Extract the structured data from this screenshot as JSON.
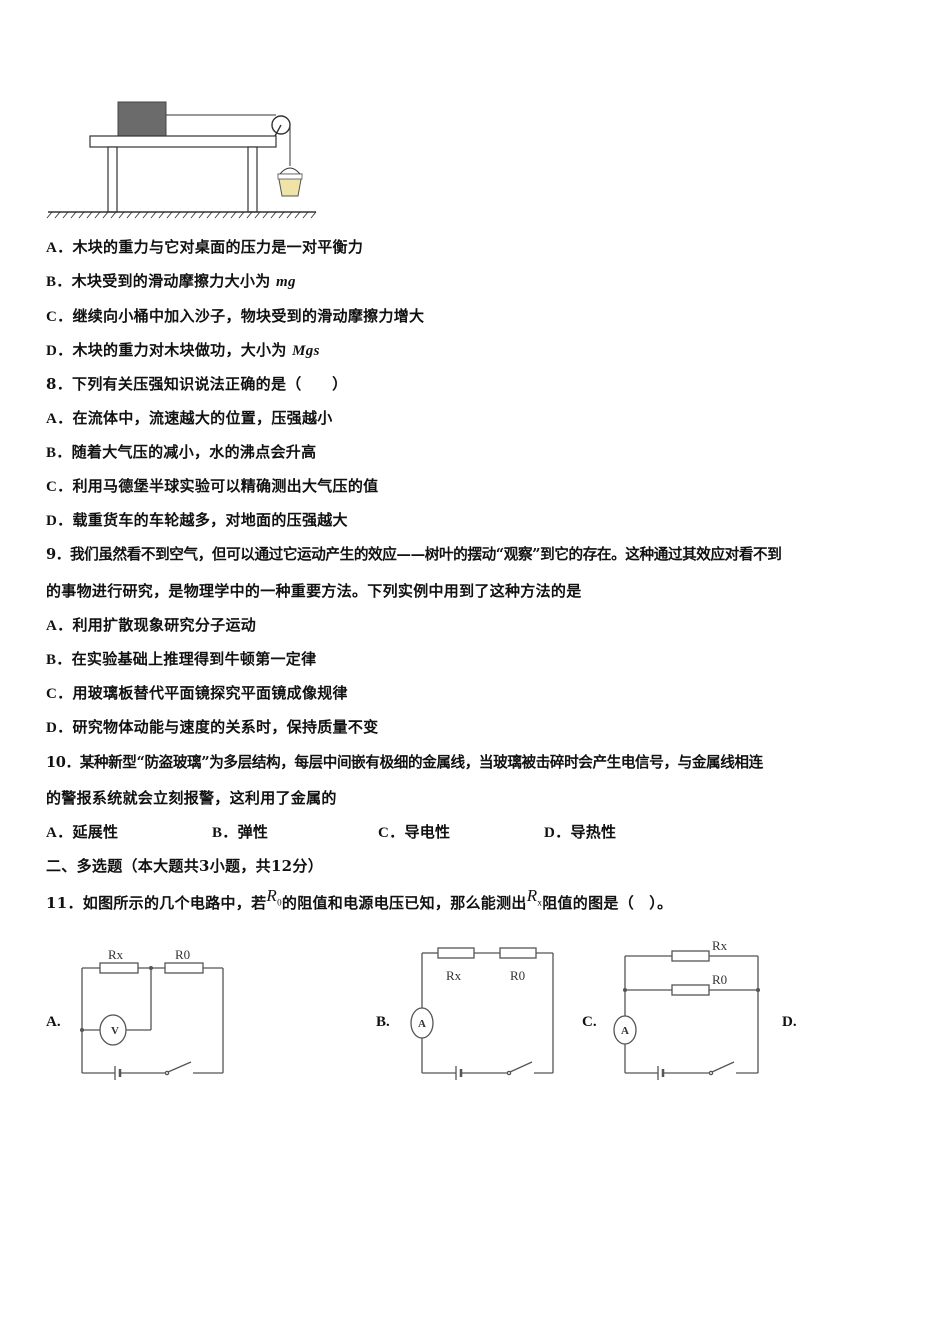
{
  "figure_top": {
    "description": "Block on table connected by string over pulley to bucket of sand"
  },
  "q7_options": [
    {
      "label": "A．",
      "text": "木块的重力与它对桌面的压力是一对平衡力"
    },
    {
      "label": "B．",
      "text": "木块受到的滑动摩擦力大小为 ",
      "math": "mg"
    },
    {
      "label": "C．",
      "text": "继续向小桶中加入沙子，物块受到的滑动摩擦力增大"
    },
    {
      "label": "D．",
      "text": "木块的重力对木块做功，大小为 ",
      "math": "Mgs"
    }
  ],
  "q8": {
    "stem": "8．下列有关压强知识说法正确的是（　　）",
    "options": [
      {
        "label": "A．",
        "text": "在流体中，流速越大的位置，压强越小"
      },
      {
        "label": "B．",
        "text": "随着大气压的减小，水的沸点会升高"
      },
      {
        "label": "C．",
        "text": "利用马德堡半球实验可以精确测出大气压的值"
      },
      {
        "label": "D．",
        "text": "载重货车的车轮越多，对地面的压强越大"
      }
    ]
  },
  "q9": {
    "stem_line1": "9．我们虽然看不到空气，但可以通过它运动产生的效应——树叶的摆动“观察”到它的存在。这种通过其效应对看不到",
    "stem_line2": "的事物进行研究，是物理学中的一种重要方法。下列实例中用到了这种方法的是",
    "options": [
      {
        "label": "A．",
        "text": "利用扩散现象研究分子运动"
      },
      {
        "label": "B．",
        "text": "在实验基础上推理得到牛顿第一定律"
      },
      {
        "label": "C．",
        "text": "用玻璃板替代平面镜探究平面镜成像规律"
      },
      {
        "label": "D．",
        "text": "研究物体动能与速度的关系时，保持质量不变"
      }
    ]
  },
  "q10": {
    "stem_line1": "10．某种新型“防盗玻璃”为多层结构，每层中间嵌有极细的金属线，当玻璃被击碎时会产生电信号，与金属线相连",
    "stem_line2": "的警报系统就会立刻报警，这利用了金属的",
    "options": [
      {
        "label": "A．",
        "text": "延展性"
      },
      {
        "label": "B．",
        "text": "弹性"
      },
      {
        "label": "C．",
        "text": "导电性"
      },
      {
        "label": "D．",
        "text": "导热性"
      }
    ]
  },
  "section2": {
    "title": "二、多选题（本大题共3小题，共12分）"
  },
  "q11": {
    "stem_part1": "11．如图所示的几个电路中，若",
    "sym1": "R",
    "sym1_sub": "0",
    "stem_part2": "的阻值和电源电压已知，那么能测出",
    "sym2": "R",
    "sym2_sub": "x",
    "stem_part3": "阻值的图是（　）。",
    "circuits": [
      {
        "label": "A.",
        "r1": "Rx",
        "r2": "R0",
        "meter": "V"
      },
      {
        "label": "B.",
        "r1": "Rx",
        "r2": "R0",
        "meter": "A"
      },
      {
        "label": "C.",
        "r1": "Rx",
        "r2": "R0",
        "meter": "A"
      },
      {
        "label": "D.",
        "r1": "",
        "r2": "",
        "meter": ""
      }
    ]
  }
}
